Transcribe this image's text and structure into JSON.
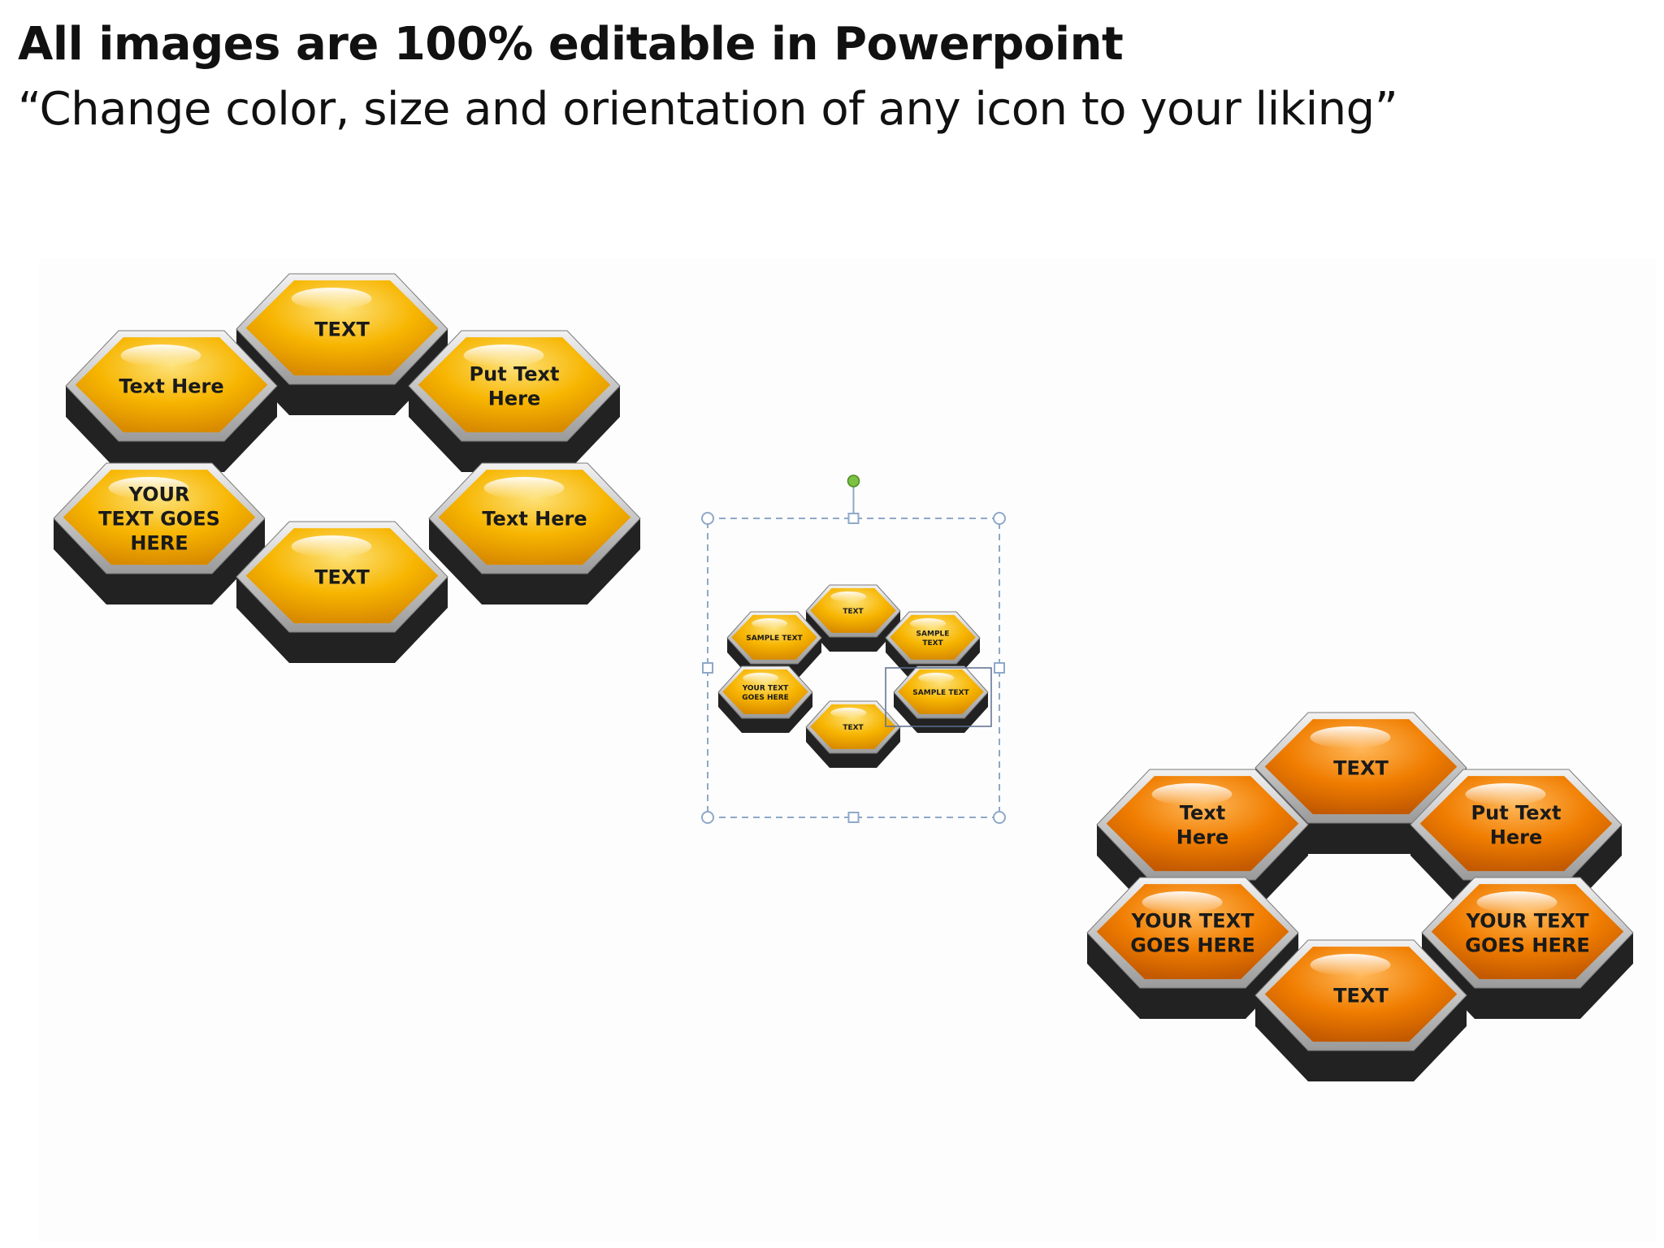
{
  "header": {
    "title": "All images are 100% editable in Powerpoint",
    "subtitle": "“Change color, size and orientation of any icon to your liking”"
  },
  "colors": {
    "yellow_top": "#fde27a",
    "yellow_mid": "#f7b500",
    "yellow_edge": "#d98b00",
    "orange_top": "#ffb85a",
    "orange_mid": "#f07d00",
    "orange_edge": "#c45a00",
    "base_dark": "#222222",
    "rim": "#9a9a9a",
    "selection": "#8fa8c8",
    "rotate_handle": "#7cc242"
  },
  "diagrams": [
    {
      "name": "yellow-hex-ring",
      "theme": "yellow",
      "cells": [
        {
          "id": "top",
          "lines": [
            "TEXT"
          ]
        },
        {
          "id": "upper-left",
          "lines": [
            "Text Here"
          ]
        },
        {
          "id": "upper-right",
          "lines": [
            "Put Text",
            "Here"
          ]
        },
        {
          "id": "lower-left",
          "lines": [
            "YOUR",
            "TEXT GOES",
            "HERE"
          ]
        },
        {
          "id": "lower-right",
          "lines": [
            "Text Here"
          ]
        },
        {
          "id": "bottom",
          "lines": [
            "TEXT"
          ]
        }
      ]
    },
    {
      "name": "small-selected-hex-ring",
      "theme": "yellow",
      "selected": true,
      "cells": [
        {
          "id": "top",
          "lines": [
            "TEXT"
          ]
        },
        {
          "id": "upper-left",
          "lines": [
            "SAMPLE TEXT"
          ]
        },
        {
          "id": "upper-right",
          "lines": [
            "SAMPLE",
            "TEXT"
          ]
        },
        {
          "id": "lower-left",
          "lines": [
            "YOUR TEXT",
            "GOES HERE"
          ]
        },
        {
          "id": "lower-right",
          "lines": [
            "SAMPLE TEXT"
          ]
        },
        {
          "id": "bottom",
          "lines": [
            "TEXT"
          ]
        }
      ]
    },
    {
      "name": "orange-hex-ring",
      "theme": "orange",
      "cells": [
        {
          "id": "top",
          "lines": [
            "TEXT"
          ]
        },
        {
          "id": "upper-left",
          "lines": [
            "Text",
            "Here"
          ]
        },
        {
          "id": "upper-right",
          "lines": [
            "Put Text",
            "Here"
          ]
        },
        {
          "id": "lower-left",
          "lines": [
            "YOUR TEXT",
            "GOES HERE"
          ]
        },
        {
          "id": "lower-right",
          "lines": [
            "YOUR TEXT",
            "GOES HERE"
          ]
        },
        {
          "id": "bottom",
          "lines": [
            "TEXT"
          ]
        }
      ]
    }
  ]
}
